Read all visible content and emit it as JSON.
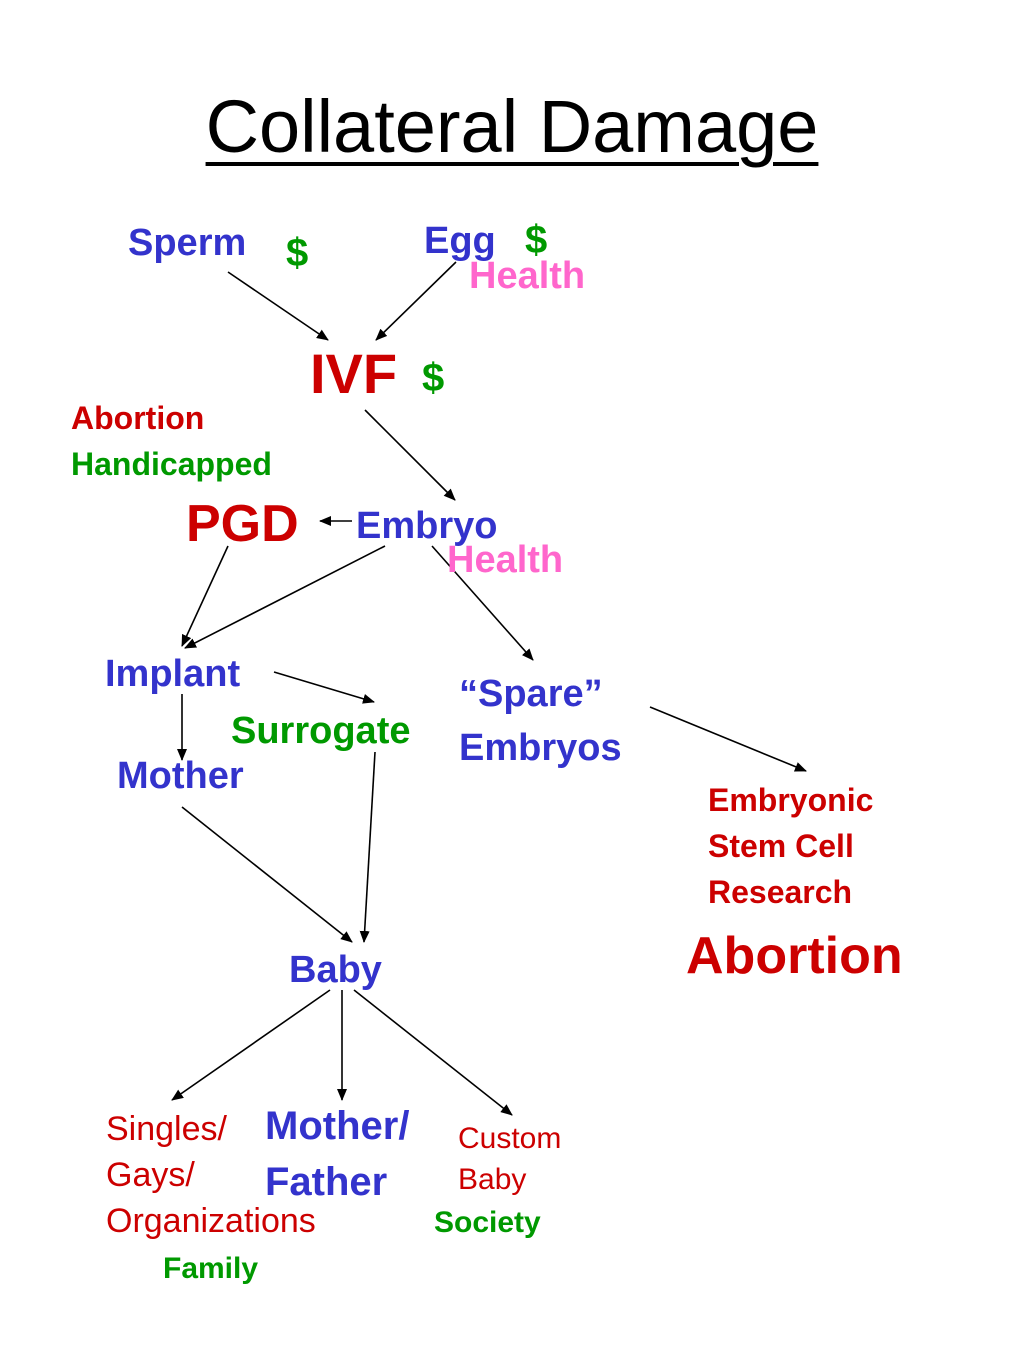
{
  "title": "Collateral Damage",
  "colors": {
    "node_blue": "#3333cc",
    "money_green": "#009900",
    "health_pink": "#ff66cc",
    "issue_red": "#cc0000",
    "arrow_black": "#000000"
  },
  "nodes": {
    "sperm": "Sperm",
    "egg": "Egg",
    "ivf": "IVF",
    "pgd": "PGD",
    "embryo": "Embryo",
    "implant": "Implant",
    "mother": "Mother",
    "surrogate": "Surrogate",
    "spare_embryos": "“Spare”\nEmbryos",
    "baby": "Baby",
    "mother_father": "Mother/\nFather",
    "singles_gays_orgs": "Singles/\nGays/\nOrganizations",
    "custom_baby": "Custom\nBaby"
  },
  "annotations": {
    "sperm_cost": "$",
    "egg_cost": "$",
    "egg_health": "Health",
    "ivf_cost": "$",
    "pgd_abortion": "Abortion",
    "pgd_handicapped": "Handicapped",
    "embryo_health": "Health",
    "stem_cell": "Embryonic\nStem Cell\nResearch",
    "abortion_large": "Abortion",
    "family": "Family",
    "society": "Society"
  },
  "edges": [
    [
      "sperm",
      "ivf"
    ],
    [
      "egg",
      "ivf"
    ],
    [
      "ivf",
      "embryo"
    ],
    [
      "embryo",
      "pgd"
    ],
    [
      "pgd",
      "implant"
    ],
    [
      "embryo",
      "implant"
    ],
    [
      "embryo",
      "spare_embryos"
    ],
    [
      "implant",
      "mother"
    ],
    [
      "implant",
      "surrogate"
    ],
    [
      "spare_embryos",
      "stem_cell"
    ],
    [
      "mother",
      "baby"
    ],
    [
      "surrogate",
      "baby"
    ],
    [
      "baby",
      "singles_gays_orgs"
    ],
    [
      "baby",
      "mother_father"
    ],
    [
      "baby",
      "custom_baby"
    ]
  ]
}
